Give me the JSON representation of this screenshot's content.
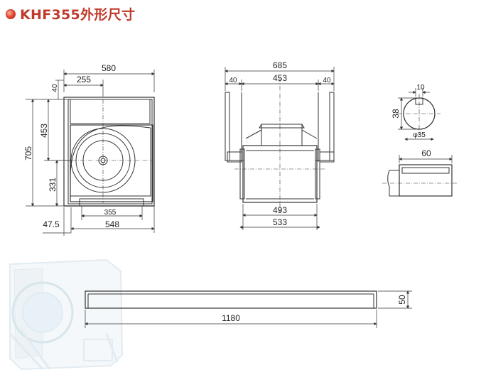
{
  "title": "KHF355外形尺寸",
  "colors": {
    "title": "#c0392b",
    "line": "#333333",
    "ghost": "#c9dbe6"
  },
  "front_view": {
    "width_top": "580",
    "inlet_offset": "255",
    "top_flange": "40",
    "height_total": "705",
    "height_upper": "453",
    "height_lower": "331",
    "inlet_dia": "355",
    "base_width": "548",
    "base_offset": "47.5"
  },
  "side_view": {
    "width_total": "685",
    "flange_left": "40",
    "inner_width": "453",
    "flange_right": "40",
    "wheel_width": "493",
    "base_width": "533"
  },
  "shaft_section": {
    "key_width": "10",
    "height": "38",
    "diameter": "φ35"
  },
  "shaft_side": {
    "length": "60"
  },
  "rail": {
    "length": "1180",
    "height": "50"
  }
}
